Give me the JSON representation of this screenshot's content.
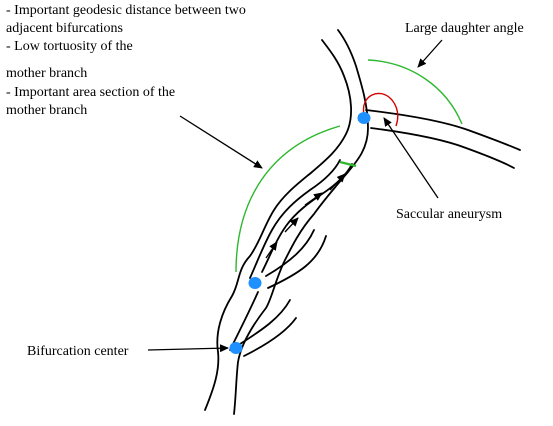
{
  "criteria_lines": [
    "- Important geodesic distance between two",
    "adjacent bifurcations",
    "- Low tortuosity of the",
    "mother branch",
    "- Important area section of the",
    "mother branch"
  ],
  "labels": {
    "daughter_angle": "Large daughter angle",
    "aneurysm": "Saccular aneurysm",
    "bifurcation_center": "Bifurcation center"
  },
  "colors": {
    "bifurcation_center": "#1e90ff",
    "geodesic_arc": "#2eb82e",
    "aneurysm": "#d40000",
    "outline": "#000000"
  }
}
